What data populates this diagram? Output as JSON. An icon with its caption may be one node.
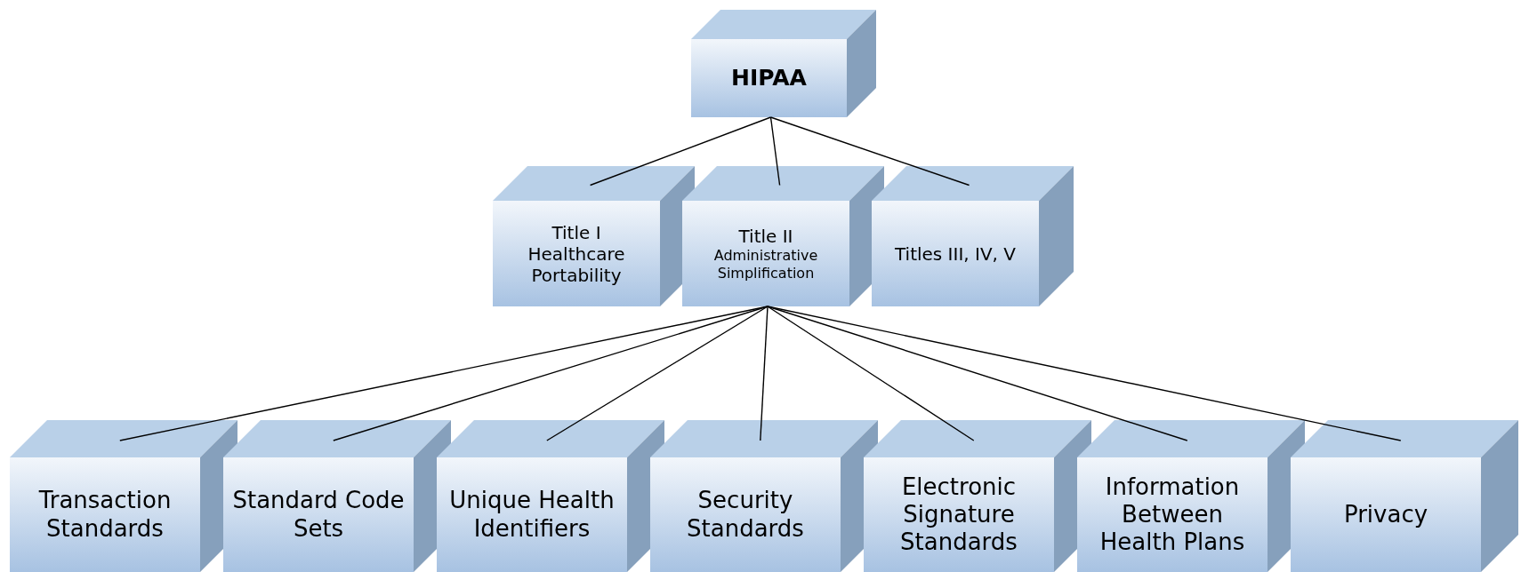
{
  "diagram": {
    "nodes": [
      {
        "text": [
          "HIPAA"
        ]
      },
      {
        "text": [
          "Title I",
          "Healthcare Portability"
        ]
      },
      {
        "text": [
          "Title II",
          "Administrative Simplification"
        ]
      },
      {
        "text": [
          "Titles III, IV, V"
        ]
      },
      {
        "text": [
          "Transaction Standards"
        ]
      },
      {
        "text": [
          "Standard Code Sets"
        ]
      },
      {
        "text": [
          "Unique Health Identifiers"
        ]
      },
      {
        "text": [
          "Security Standards"
        ]
      },
      {
        "text": [
          "Electronic Signature Standards"
        ]
      },
      {
        "text": [
          "Information Between Health Plans"
        ]
      },
      {
        "text": [
          "Privacy"
        ]
      }
    ],
    "edges": [
      {
        "from": 0,
        "to": 1,
        "arrow": "none"
      },
      {
        "from": 0,
        "to": 2,
        "arrow": "none"
      },
      {
        "from": 0,
        "to": 3,
        "arrow": "none"
      },
      {
        "from": 2,
        "to": 4,
        "arrow": "none"
      },
      {
        "from": 2,
        "to": 5,
        "arrow": "none"
      },
      {
        "from": 2,
        "to": 6,
        "arrow": "none"
      },
      {
        "from": 2,
        "to": 7,
        "arrow": "none"
      },
      {
        "from": 2,
        "to": 8,
        "arrow": "none"
      },
      {
        "from": 2,
        "to": 9,
        "arrow": "none"
      },
      {
        "from": 2,
        "to": 10,
        "arrow": "none"
      }
    ]
  }
}
